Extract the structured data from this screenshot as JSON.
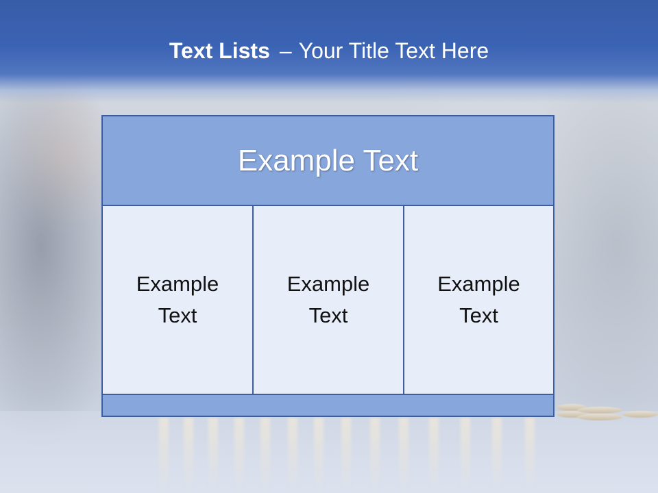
{
  "slide": {
    "title_bold": "Text Lists",
    "title_dash": "–",
    "title_rest": "Your Title Text Here"
  },
  "table": {
    "header": "Example Text",
    "cells": [
      "Example Text",
      "Example Text",
      "Example Text"
    ]
  },
  "colors": {
    "title_band": "#3b63b4",
    "header_fill": "#86a6dc",
    "cell_fill": "#e8eef9",
    "border": "#3d5d9c"
  }
}
